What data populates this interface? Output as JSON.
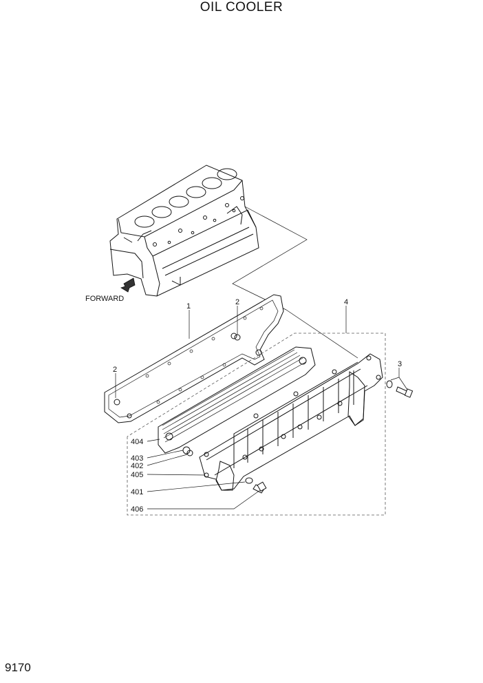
{
  "title": "OIL COOLER",
  "page_number": "9170",
  "direction_label": "FORWARD",
  "callouts": {
    "gasket": "1",
    "oring_top": "2",
    "oring_left": "2",
    "bolt_set": "3",
    "cooler_assembly": "4",
    "element": "404",
    "ring_403": "403",
    "ring_402": "402",
    "gasket_405": "405",
    "bolt_401": "401",
    "bolt_406": "406"
  },
  "icons": [
    "forward-arrow-icon"
  ]
}
